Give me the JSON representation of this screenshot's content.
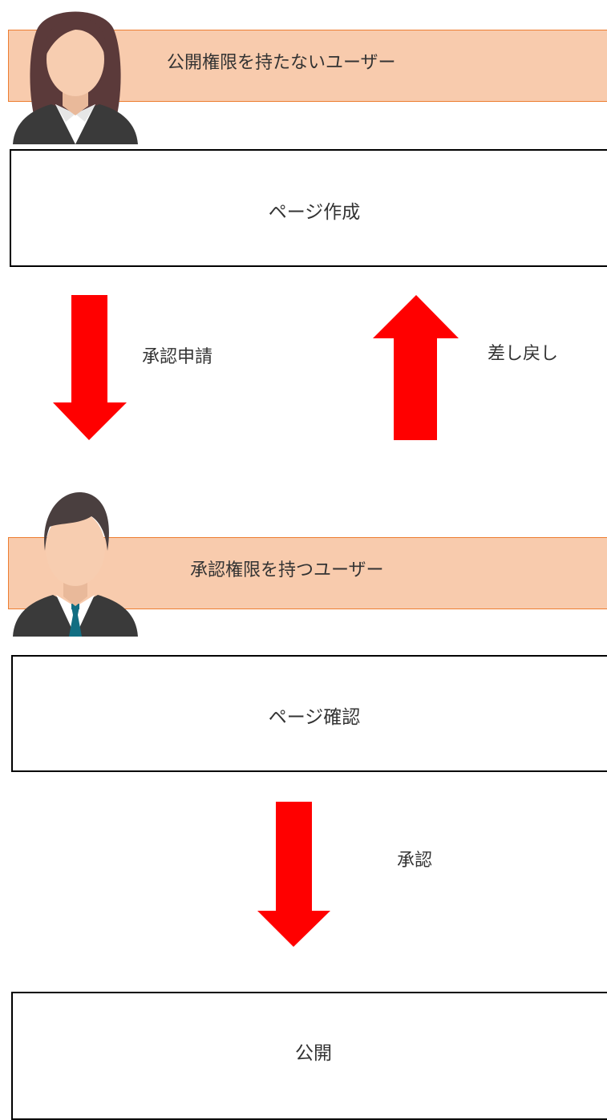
{
  "roles": {
    "creator_label": "公開権限を持たないユーザー",
    "approver_label": "承認権限を持つユーザー"
  },
  "steps": {
    "create_page": "ページ作成",
    "review_page": "ページ確認",
    "publish": "公開"
  },
  "arrows": {
    "request_approval": "承認申請",
    "send_back": "差し戻し",
    "approve": "承認"
  },
  "colors": {
    "banner_fill": "#f8cbad",
    "banner_border": "#ed7d31",
    "arrow": "#ff0000",
    "box_border": "#000000"
  },
  "icons": {
    "creator": "woman-avatar-icon",
    "approver": "man-avatar-icon"
  }
}
